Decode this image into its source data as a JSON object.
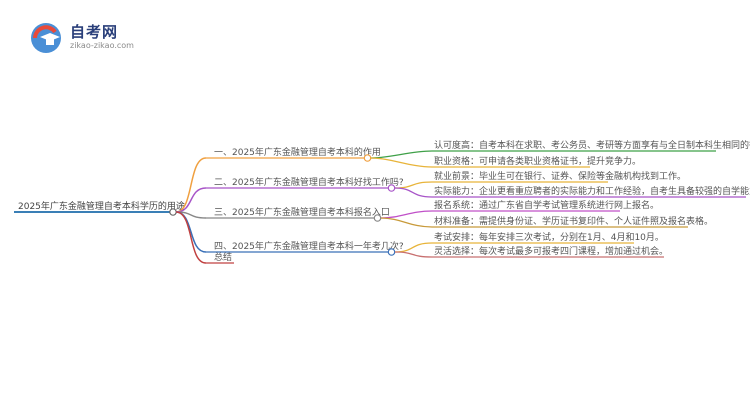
{
  "brand": {
    "name": "自考网",
    "domain": "zikao-zikao.com",
    "accent": "#2a3f7a"
  },
  "root": {
    "label": "2025年广东金融管理自考本科学历的用途",
    "color": "#3a7fb6"
  },
  "branches": [
    {
      "label": "一、2025年广东金融管理自考本科的作用",
      "color": "#f0a040",
      "leaves": [
        {
          "label": "认可度高：自考本科在求职、考公务员、考研等方面享有与全日制本科生相同的待遇。",
          "color": "#3fa048"
        },
        {
          "label": "职业资格：可申请各类职业资格证书，提升竞争力。",
          "color": "#e8b43a"
        }
      ]
    },
    {
      "label": "二、2025年广东金融管理自考本科好找工作吗?",
      "color": "#a855c8",
      "leaves": [
        {
          "label": "就业前景：毕业生可在银行、证券、保险等金融机构找到工作。",
          "color": "#e8b43a"
        },
        {
          "label": "实际能力：企业更看重应聘者的实际能力和工作经验，自考生具备较强的自学能力。",
          "color": "#a855c8"
        }
      ]
    },
    {
      "label": "三、2025年广东金融管理自考本科报名入口",
      "color": "#888888",
      "leaves": [
        {
          "label": "报名系统：通过广东省自学考试管理系统进行网上报名。",
          "color": "#c050c8"
        },
        {
          "label": "材料准备：需提供身份证、学历证书复印件、个人证件照及报名表格。",
          "color": "#c89a3a"
        }
      ]
    },
    {
      "label": "四、2025年广东金融管理自考本科一年考几次?",
      "color": "#3a70b8",
      "leaves": [
        {
          "label": "考试安排：每年安排三次考试，分别在1月、4月和10月。",
          "color": "#e8b43a"
        },
        {
          "label": "灵活选择：每次考试最多可报考四门课程，增加通过机会。",
          "color": "#c87070"
        }
      ]
    },
    {
      "label": "总结",
      "color": "#c04040",
      "leaves": []
    }
  ]
}
